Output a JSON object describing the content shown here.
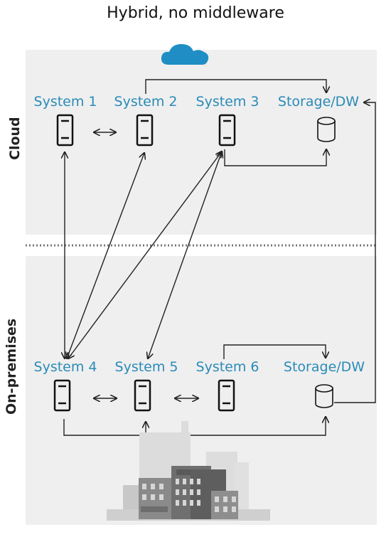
{
  "title": "Hybrid, no middleware",
  "zones": {
    "cloud": "Cloud",
    "onprem": "On-premises"
  },
  "cloud_systems": [
    "System 1",
    "System 2",
    "System 3",
    "Storage/DW"
  ],
  "onprem_systems": [
    "System 4",
    "System 5",
    "System 6",
    "Storage/DW"
  ],
  "colors": {
    "label": "#2a8bb8",
    "cloud_icon": "#1f8ec4",
    "panel": "#efefef",
    "line": "#222222"
  },
  "icons": [
    "cloud-icon",
    "server-icon",
    "database-icon",
    "city-buildings-icon"
  ]
}
